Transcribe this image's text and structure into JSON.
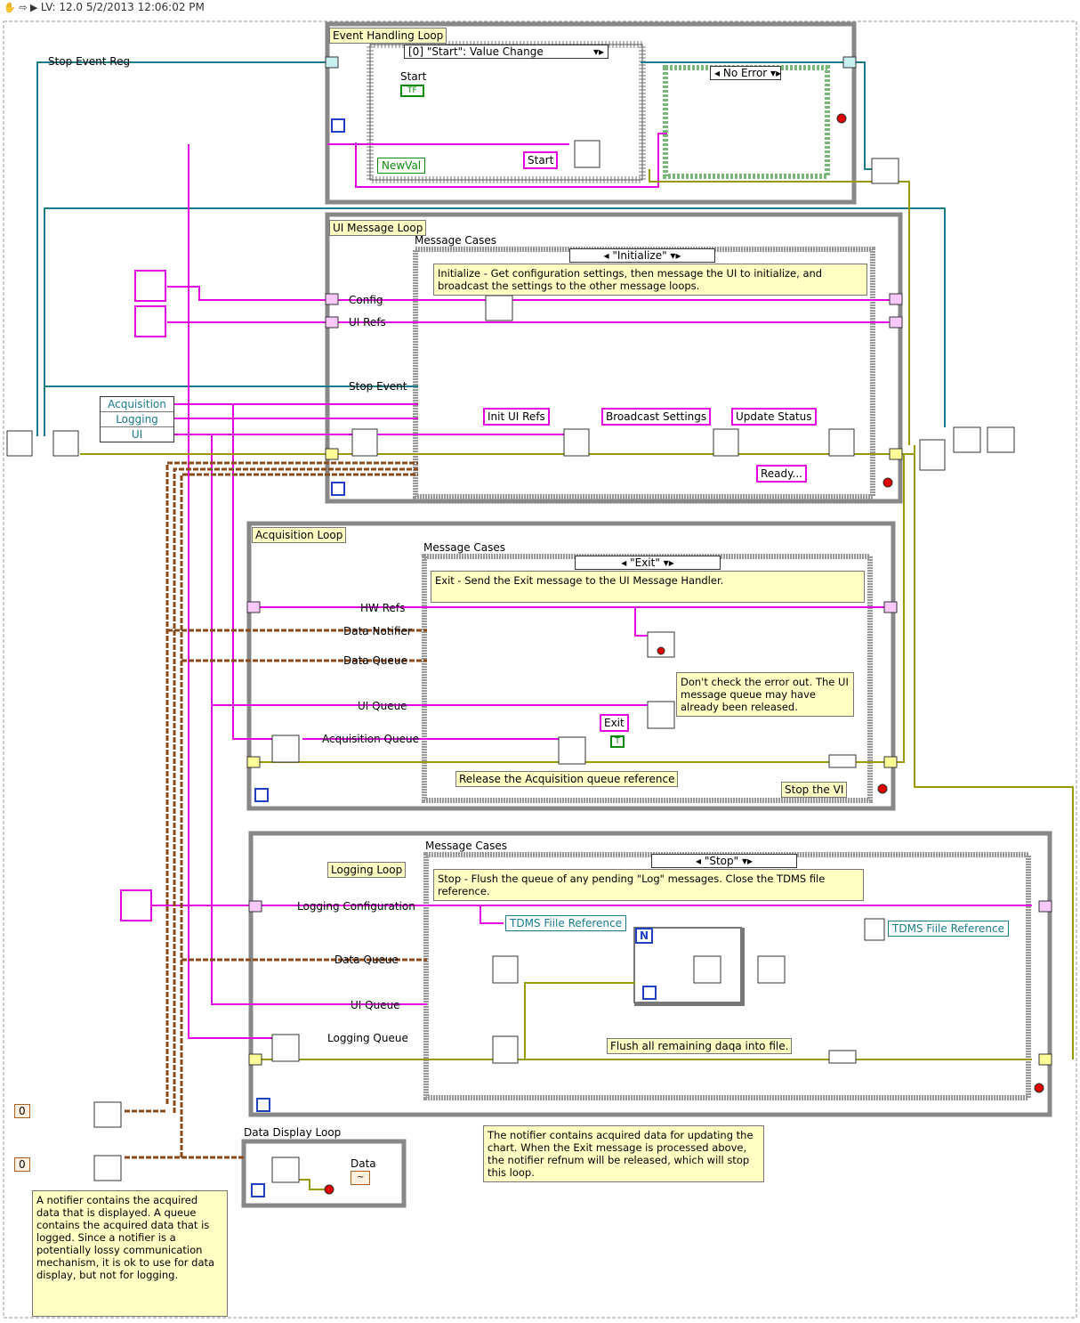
{
  "header": {
    "version_text": "LV: 12.0 5/2/2013 12:06:02 PM"
  },
  "loops": {
    "event_handling": {
      "label": "Event Handling Loop",
      "event_selector": "[0] \"Start\": Value Change",
      "start_label": "Start",
      "newval_label": "NewVal",
      "start_const": "Start",
      "error_case": "No Error",
      "stop_event_reg": "Stop Event Reg"
    },
    "ui_message": {
      "label": "UI Message Loop",
      "message_cases": "Message Cases",
      "case_selector": "\"Initialize\"",
      "comment": "Initialize - Get configuration settings, then message the UI to initialize, and broadcast the settings to the other message loops.",
      "config": "Config",
      "ui_refs": "UI Refs",
      "stop_event": "Stop Event",
      "cluster_items": [
        "Acquisition",
        "Logging",
        "UI"
      ],
      "init_ui_refs": "Init UI Refs",
      "broadcast_settings": "Broadcast Settings",
      "update_status": "Update Status",
      "ready": "Ready..."
    },
    "acquisition": {
      "label": "Acquisition Loop",
      "message_cases": "Message Cases",
      "case_selector": "\"Exit\"",
      "comment": "Exit - Send the Exit message to the UI Message Handler.",
      "hw_refs": "HW Refs",
      "data_notifier": "Data Notifier",
      "data_queue": "Data Queue",
      "ui_queue": "UI Queue",
      "acquisition_queue": "Acquisition Queue",
      "note": "Don't check the error out. The UI message queue may have already been released.",
      "exit_const": "Exit",
      "release_label": "Release the Acquisition queue reference",
      "stop_the_vi": "Stop the VI"
    },
    "logging": {
      "label": "Logging Loop",
      "message_cases": "Message Cases",
      "case_selector": "\"Stop\"",
      "comment": "Stop - Flush the queue of any pending \"Log\" messages.  Close the TDMS file reference.",
      "logging_configuration": "Logging Configuration",
      "data_queue": "Data Queue",
      "ui_queue": "UI Queue",
      "logging_queue": "Logging Queue",
      "tdms_ref_1": "TDMS Fiile Reference",
      "tdms_ref_2": "TDMS Fiile Reference",
      "flush_label": "Flush all remaining daqa into file.",
      "n_label": "N"
    },
    "data_display": {
      "label": "Data Display Loop",
      "data_label": "Data",
      "notifier_note": "The notifier contains acquired data for updating the chart. When the Exit message is processed above, the notifier refnum will be released, which will stop this loop."
    }
  },
  "notes": {
    "lossy_note": "A notifier contains the acquired data that is displayed. A queue contains the acquired data that is logged.  Since a notifier is a potentially lossy communication mechanism, it is ok to use for data display, but not for logging."
  },
  "constants": {
    "zero_1": "0",
    "zero_2": "0"
  },
  "colors": {
    "pink": "#e000e0",
    "teal": "#1a7a8a",
    "error_yellow": "#9a9a00",
    "orange": "#b06020",
    "frame_gray": "#888888"
  }
}
